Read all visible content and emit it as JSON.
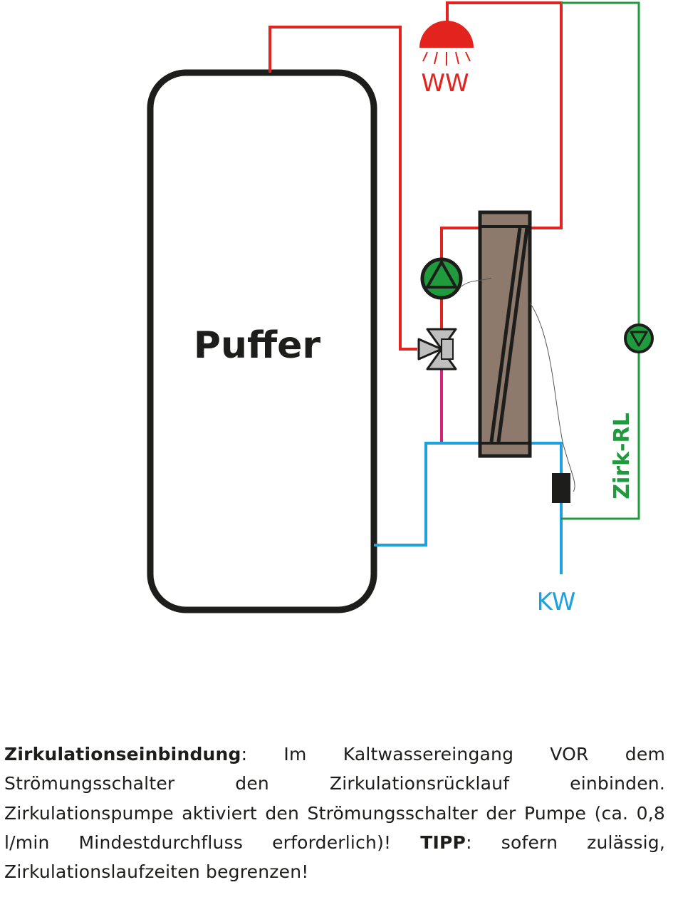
{
  "colors": {
    "hot_water": "#e3231d",
    "cold_water": "#1da1e0",
    "circulation": "#1f9a3c",
    "mixed": "#d4237f",
    "outline": "#1d1d1b",
    "heat_exchanger": "#8d7a6c",
    "pump_fill": "#1f9a3c",
    "valve_fill": "#bfbfbf"
  },
  "labels": {
    "tank": "Puffer",
    "hot_water": "WW",
    "cold_water": "KW",
    "circulation_return": "Zirk-RL"
  },
  "icons": {
    "shower": "shower-icon",
    "pump": "pump-icon",
    "circulation_pump": "circulation-pump-icon",
    "valve": "three-way-valve-icon",
    "flow_switch": "flow-switch-icon"
  },
  "caption": {
    "heading": "Zirkulationseinbindung",
    "part1": ": Im Kaltwassereingang VOR dem Strömungsschalter den Zirkulationsrücklauf einbinden. Zirkulationspumpe aktiviert den Strömungsschalter der Pumpe (ca. 0,8 l/min Mindestdurchfluss erforderlich)! ",
    "tip_label": "TIPP",
    "part2": ": sofern zulässig, Zirkulationslaufzeiten begrenzen!"
  }
}
